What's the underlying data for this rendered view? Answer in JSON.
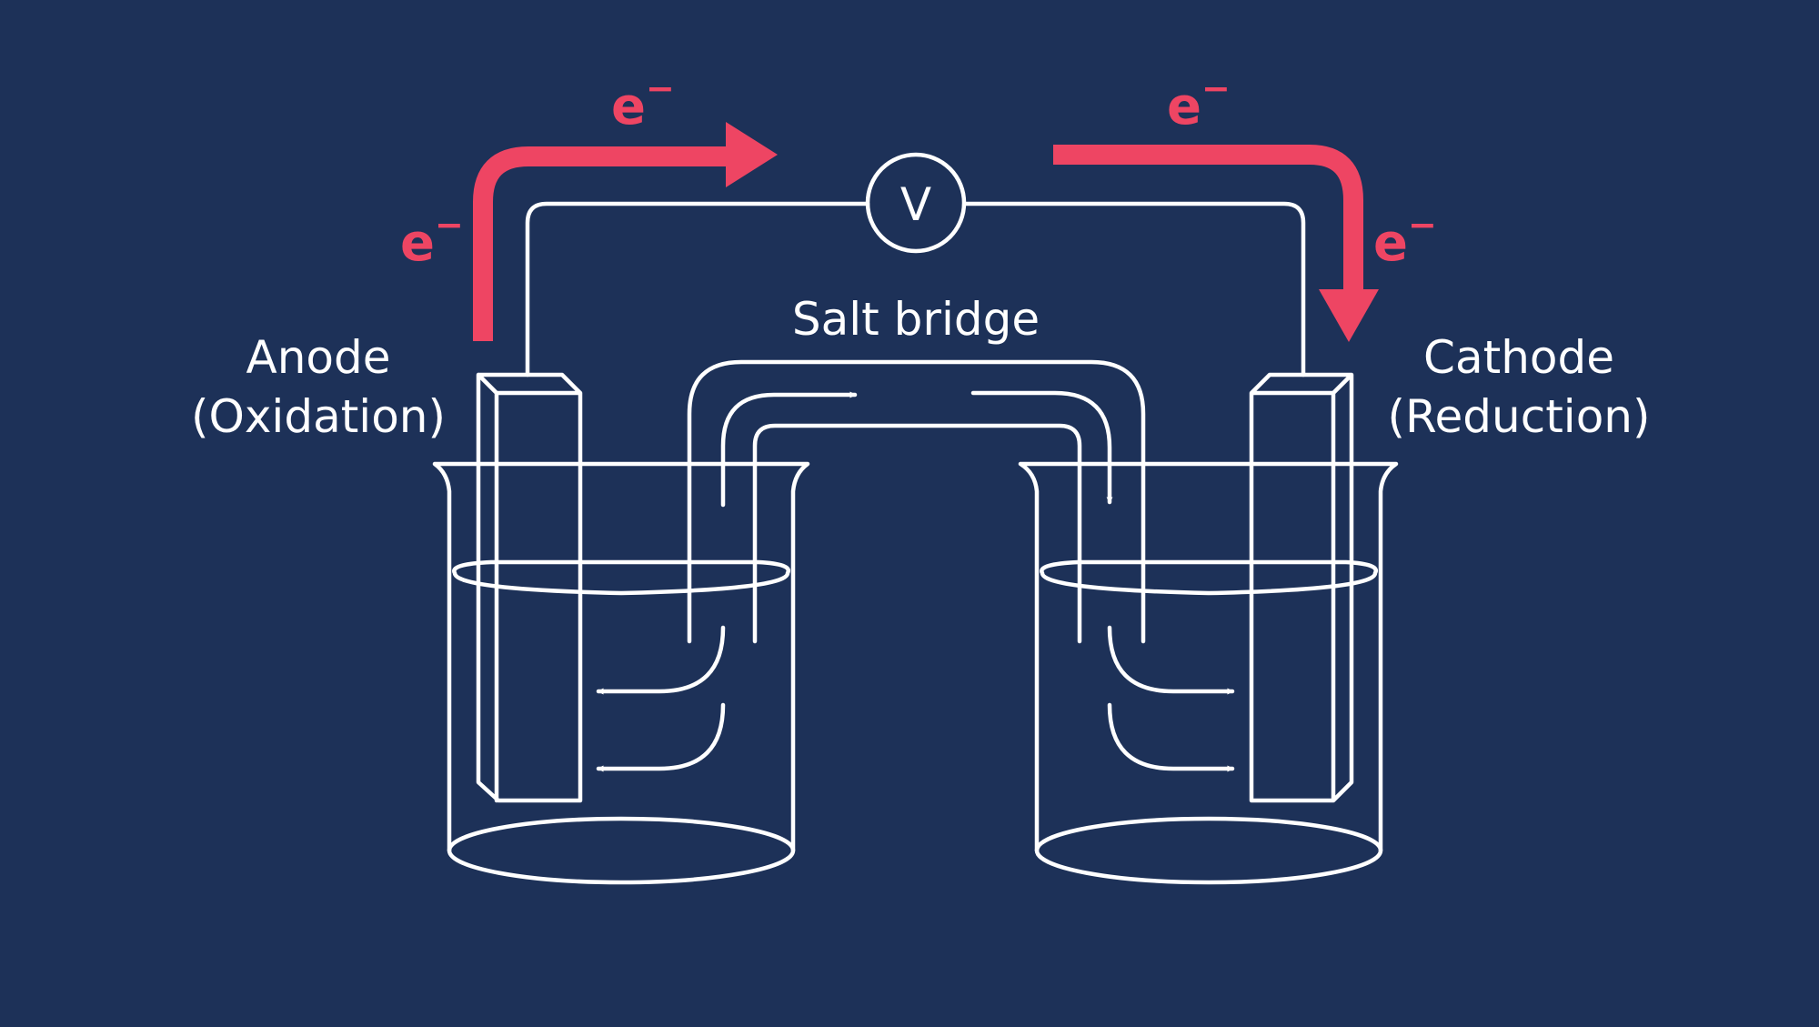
{
  "labels": {
    "anode": "Anode",
    "anode_sub": "(Oxidation)",
    "cathode": "Cathode",
    "cathode_sub": "(Reduction)",
    "salt_bridge": "Salt bridge",
    "voltmeter": "V"
  },
  "electron": {
    "symbol": "e",
    "charge": "−"
  },
  "colors": {
    "background": "#1d3158",
    "line": "#ffffff",
    "electron_flow": "#ee4563"
  }
}
